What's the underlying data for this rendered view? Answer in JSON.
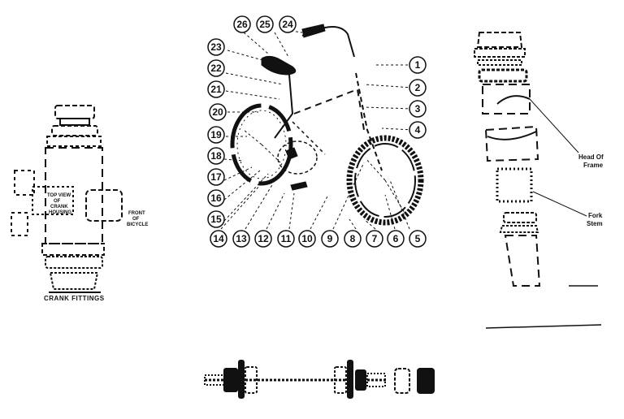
{
  "crank": {
    "top_view_line1": "TOP VIEW",
    "top_view_line2": "OF",
    "top_view_line3": "CRANK",
    "top_view_line4": "HOUSING",
    "front_line1": "FRONT",
    "front_line2": "OF",
    "front_line3": "BICYCLE",
    "caption": "CRANK FITTINGS"
  },
  "head": {
    "head_line1": "Head Of",
    "head_line2": "Frame",
    "fork_line1": "Fork",
    "fork_line2": "Stem"
  },
  "callouts": [
    "1",
    "2",
    "3",
    "4",
    "5",
    "6",
    "7",
    "8",
    "9",
    "10",
    "11",
    "12",
    "13",
    "14",
    "15",
    "16",
    "17",
    "18",
    "19",
    "20",
    "21",
    "22",
    "23",
    "24",
    "25",
    "26"
  ],
  "colors": {
    "ink": "#111111",
    "paper": "#ffffff"
  }
}
